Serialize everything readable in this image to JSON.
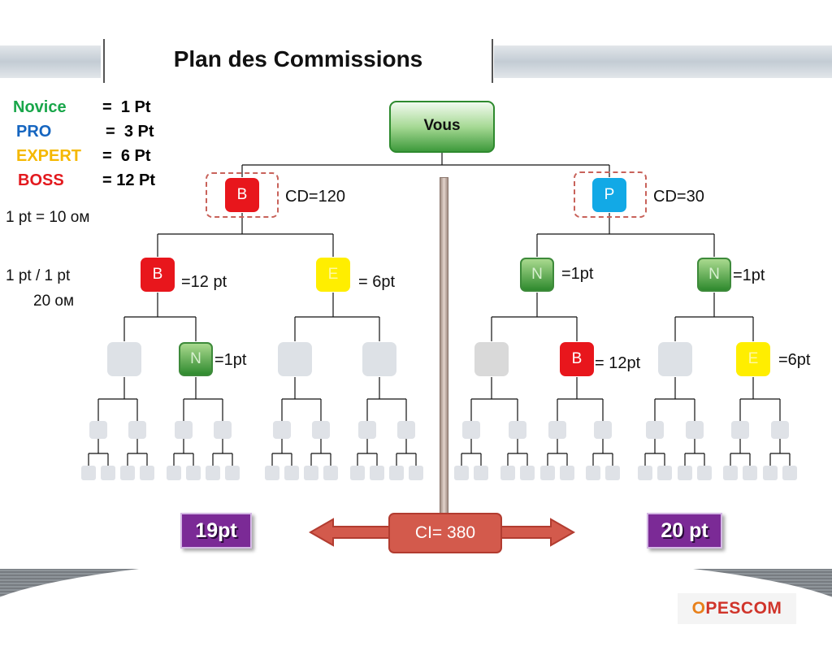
{
  "title": "Plan des Commissions",
  "legend": [
    {
      "name": "Novice",
      "eq": "=",
      "value": "1 Pt",
      "color": "#19a64a"
    },
    {
      "name": "PRO",
      "eq": "=",
      "value": "3 Pt",
      "color": "#1565c0"
    },
    {
      "name": "EXPERT",
      "eq": "=",
      "value": "6 Pt",
      "color": "#f5b800"
    },
    {
      "name": "BOSS",
      "eq": "=",
      "value": "12 Pt",
      "color": "#e3191e"
    }
  ],
  "notes": {
    "rate": "1 pt = 10 ом",
    "per_line1": "1 pt  / 1 pt",
    "per_line2": "20 ом"
  },
  "root": {
    "label": "Vous"
  },
  "left_branch": {
    "node": "B",
    "cd": "CD=120",
    "children": [
      {
        "node": "B",
        "label": "=12 pt"
      },
      {
        "node": "E",
        "label": "= 6pt"
      }
    ],
    "grandchild": {
      "node": "N",
      "label": "=1pt"
    }
  },
  "right_branch": {
    "node": "P",
    "cd": "CD=30",
    "children": [
      {
        "node": "N",
        "label": "=1pt"
      },
      {
        "node": "N",
        "label": "=1pt"
      }
    ],
    "grandchildren": [
      {
        "node": "B",
        "label": "= 12pt"
      },
      {
        "node": "E",
        "label": "=6pt"
      }
    ]
  },
  "totals": {
    "left": "19pt",
    "center": "CI= 380",
    "right": "20 pt"
  },
  "logo": {
    "first": "O",
    "rest": "PESCOM"
  },
  "colors": {
    "boss": "#e8161c",
    "pro": "#12a9e6",
    "expert": "#ffee00",
    "novice": "#3d8a3a",
    "purple": "#7b2a96",
    "ci": "#d35a4c"
  }
}
